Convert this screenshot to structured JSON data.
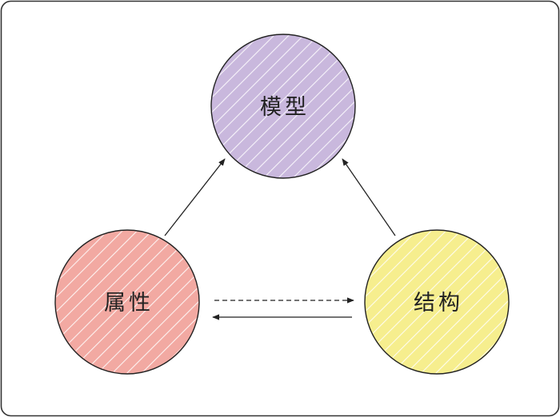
{
  "nodes": {
    "model": {
      "label": "模型",
      "color": "#c9b8dd"
    },
    "attribute": {
      "label": "属性",
      "color": "#f2a9a2"
    },
    "structure": {
      "label": "结构",
      "color": "#f6ee8e"
    }
  },
  "edges": [
    {
      "from": "attribute",
      "to": "model",
      "style": "solid"
    },
    {
      "from": "structure",
      "to": "model",
      "style": "solid"
    },
    {
      "from": "attribute",
      "to": "structure",
      "style": "dashed"
    },
    {
      "from": "structure",
      "to": "attribute",
      "style": "solid"
    }
  ],
  "colors": {
    "frame_border": "#333333",
    "outline": "#222222",
    "arrow": "#222222",
    "hatch": "#ffffff"
  }
}
